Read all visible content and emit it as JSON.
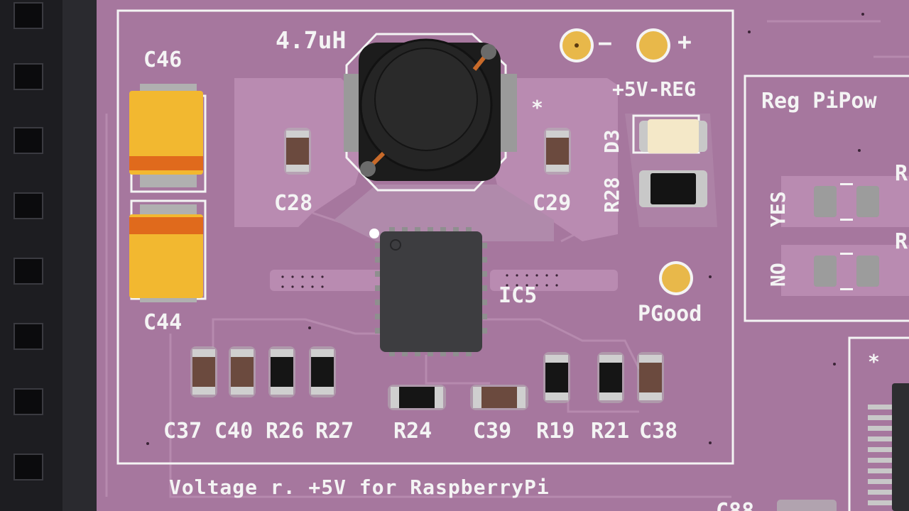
{
  "board": {
    "section_title": "Voltage r. +5V for RaspberryPi",
    "reg_box_title": "Reg PiPow",
    "reg_box_yes": "YES",
    "reg_box_no": "NO",
    "reg_box_right_1": "R",
    "reg_box_right_2": "R"
  },
  "labels": {
    "inductor_value": "4.7uH",
    "minus": "−",
    "plus": "+",
    "reg5v": "+5V-REG",
    "star1": "*",
    "star2": "*",
    "d3": "D3",
    "r28": "R28",
    "c46": "C46",
    "c44": "C44",
    "c28": "C28",
    "c29": "C29",
    "ic5": "IC5",
    "pgood": "PGood",
    "c37": "C37",
    "c40": "C40",
    "r26": "R26",
    "r27": "R27",
    "r24": "R24",
    "c39": "C39",
    "r19": "R19",
    "r21": "R21",
    "c38": "C38",
    "bottom_partial": "C88"
  },
  "colors": {
    "board": "#a6779e",
    "copper": "#b98bb1",
    "silkscreen": "#f4f4f4",
    "pad_gold": "#e8b84a",
    "tantalum": "#f2b830",
    "tantalum_band": "#e06a1c"
  }
}
